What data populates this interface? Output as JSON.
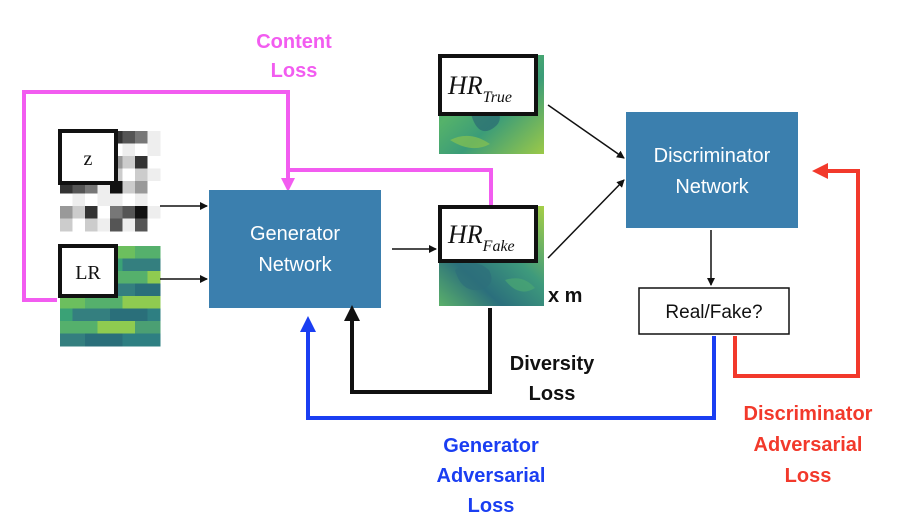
{
  "colors": {
    "block": "#3b7fae",
    "content": "#f25cf0",
    "generator": "#1a3ef2",
    "discriminator": "#f2392b",
    "black": "#111111",
    "field_dark": "#2a6f7a",
    "field_mid": "#3aa276",
    "field_light": "#b8d84a"
  },
  "blocks": {
    "generator": {
      "line1": "Generator",
      "line2": "Network"
    },
    "discriminator": {
      "line1": "Discriminator",
      "line2": "Network"
    },
    "decision": {
      "label": "Real/Fake?"
    }
  },
  "inputs": {
    "z_label": "z",
    "lr_label": "LR"
  },
  "images": {
    "hr_true": {
      "base": "HR",
      "sub": "True"
    },
    "hr_fake": {
      "base": "HR",
      "sub": "Fake"
    },
    "multiplier": "x m"
  },
  "losses": {
    "content": {
      "line1": "Content",
      "line2": "Loss"
    },
    "diversity": {
      "line1": "Diversity",
      "line2": "Loss"
    },
    "generator_adv": {
      "line1": "Generator",
      "line2": "Adversarial",
      "line3": "Loss"
    },
    "discriminator_adv": {
      "line1": "Discriminator",
      "line2": "Adversarial",
      "line3": "Loss"
    }
  }
}
